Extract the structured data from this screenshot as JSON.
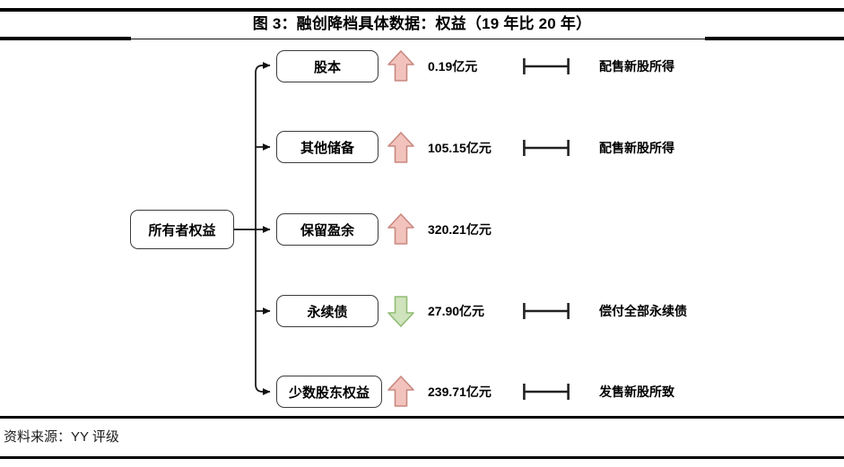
{
  "title": "图 3：融创降档具体数据：权益（19 年比 20 年）",
  "footer": "资料来源：YY 评级",
  "colors": {
    "up_fill": "#f2c3bd",
    "up_stroke": "#c98880",
    "down_fill": "#cfe3bc",
    "down_stroke": "#8fbd73",
    "node_stroke": "#3b3b3b",
    "wire": "#111111",
    "rule": "#000000"
  },
  "diagram": {
    "type": "tree",
    "root": {
      "label": "所有者权益"
    },
    "rows": [
      {
        "label": "股本",
        "direction": "up",
        "direction_icon": "arrow-up-icon",
        "value": "0.19亿元",
        "amount": 0.19,
        "unit": "亿元",
        "has_bracket": true,
        "note": "配售新股所得"
      },
      {
        "label": "其他储备",
        "direction": "up",
        "direction_icon": "arrow-up-icon",
        "value": "105.15亿元",
        "amount": 105.15,
        "unit": "亿元",
        "has_bracket": true,
        "note": "配售新股所得"
      },
      {
        "label": "保留盈余",
        "direction": "up",
        "direction_icon": "arrow-up-icon",
        "value": "320.21亿元",
        "amount": 320.21,
        "unit": "亿元",
        "has_bracket": false,
        "note": ""
      },
      {
        "label": "永续债",
        "direction": "down",
        "direction_icon": "arrow-down-icon",
        "value": "27.90亿元",
        "amount": 27.9,
        "unit": "亿元",
        "has_bracket": true,
        "note": "偿付全部永续债"
      },
      {
        "label": "少数股东权益",
        "direction": "up",
        "direction_icon": "arrow-up-icon",
        "value": "239.71亿元",
        "amount": 239.71,
        "unit": "亿元",
        "has_bracket": true,
        "note": "发售新股所致"
      }
    ]
  }
}
